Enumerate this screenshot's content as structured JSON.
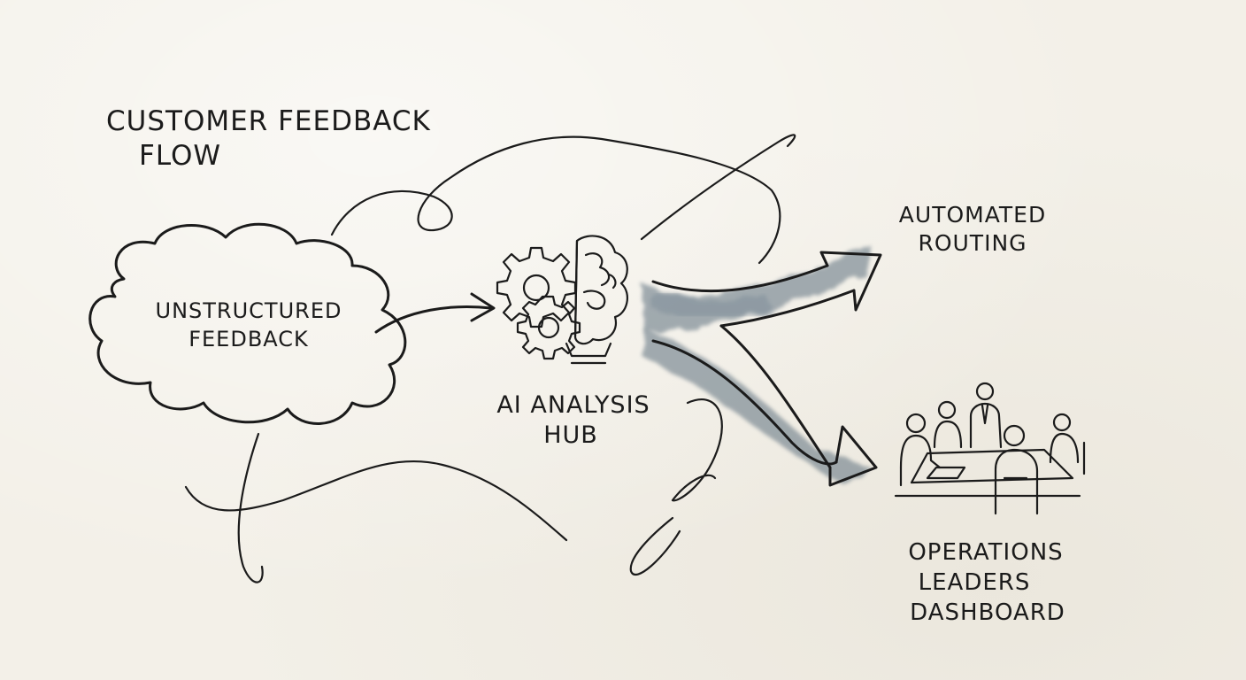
{
  "title": {
    "line1": "CUSTOMER FEEDBACK",
    "line2": "FLOW"
  },
  "nodes": {
    "source": {
      "line1": "UNSTRUCTURED",
      "line2": "FEEDBACK"
    },
    "hub": {
      "line1": "AI ANALYSIS",
      "line2": "HUB"
    },
    "routing": {
      "line1": "AUTOMATED",
      "line2": "ROUTING"
    },
    "dashboard": {
      "line1": "OPERATIONS",
      "line2": "LEADERS",
      "line3": "DASHBOARD"
    }
  },
  "colors": {
    "ink": "#1b1b1b",
    "wash": "#5d6f7e",
    "paper": "#f3f0e8"
  },
  "icons": [
    "cloud-icon",
    "gears-icon",
    "brain-icon",
    "lightbulb-base-icon",
    "meeting-people-icon"
  ]
}
